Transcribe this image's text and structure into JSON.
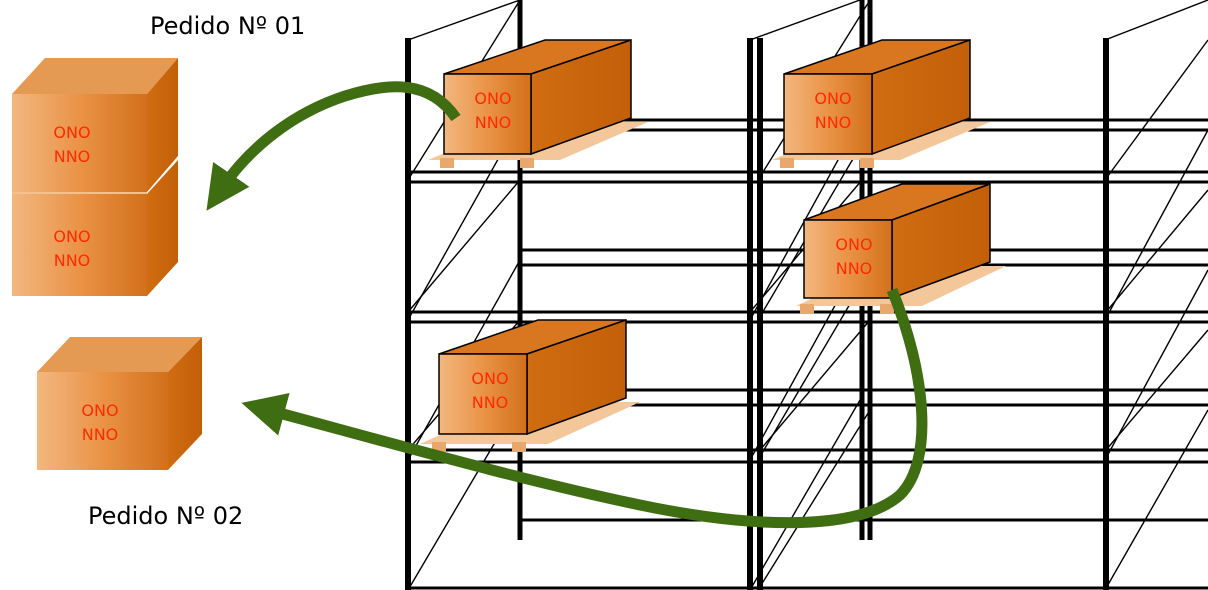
{
  "orders": [
    {
      "title": "Pedido Nº 01"
    },
    {
      "title": "Pedido Nº 02"
    }
  ],
  "box_label": {
    "line1": "ONO",
    "line2": "NNO"
  },
  "colors": {
    "box_front": "#e98f3f",
    "box_front_light": "#f0b27a",
    "box_top": "#d8771f",
    "box_side": "#cc6a0f",
    "pallet": "#f3c79a",
    "arrow": "#3f6e12",
    "label_text": "#ff2a00",
    "rack": "#000000"
  }
}
